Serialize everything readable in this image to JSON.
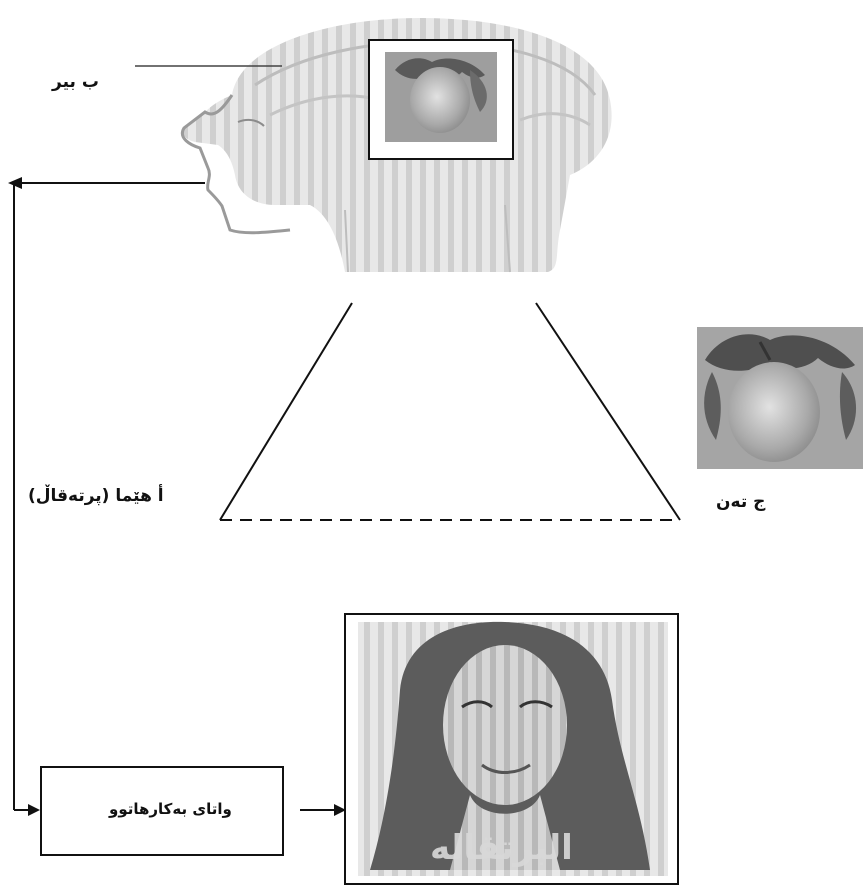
{
  "labels": {
    "thought": "ب بیر",
    "symbol": "أ  هێما (پرتەقاڵ)",
    "referent": "ج تەن",
    "usage_box": "واتای بەکارهاتوو",
    "woman_caption": "البرتقالە"
  },
  "icons": {
    "head": "head-brain-illustration",
    "fruit_small": "orange-fruit-image",
    "fruit_large": "orange-fruit-photo",
    "woman": "woman-portrait-photo"
  },
  "colors": {
    "line": "#111111",
    "stripe_light": "#e6e6e6",
    "stripe_dark": "#c9c9c9",
    "fruit": "#bcbcbc"
  }
}
